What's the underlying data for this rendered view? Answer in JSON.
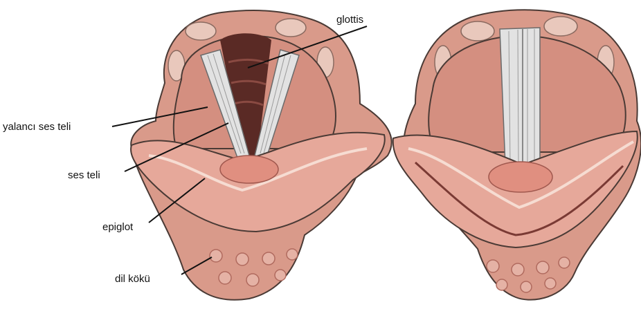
{
  "labels": {
    "glottis": "glottis",
    "false_vocal_cord": "yalancı ses teli",
    "vocal_cord": "ses teli",
    "epiglottis": "epiglot",
    "tongue_root": "dil kökü"
  },
  "colors": {
    "background": "#ffffff",
    "outline": "#4a3a35",
    "tissue": "#d99a8a",
    "tissue_light": "#e9b8a8",
    "tissue_dark": "#b86f63",
    "cord": "#e2e2e2",
    "cord_stripe": "#9a9a9a",
    "glottis_dark": "#5a2a25",
    "epiglottis": "#e6a89a",
    "bump": "#e5b2a5",
    "leader_line": "#111111"
  },
  "panels": [
    {
      "name": "left-larynx-glottis-open"
    },
    {
      "name": "right-larynx-glottis-closed"
    }
  ]
}
